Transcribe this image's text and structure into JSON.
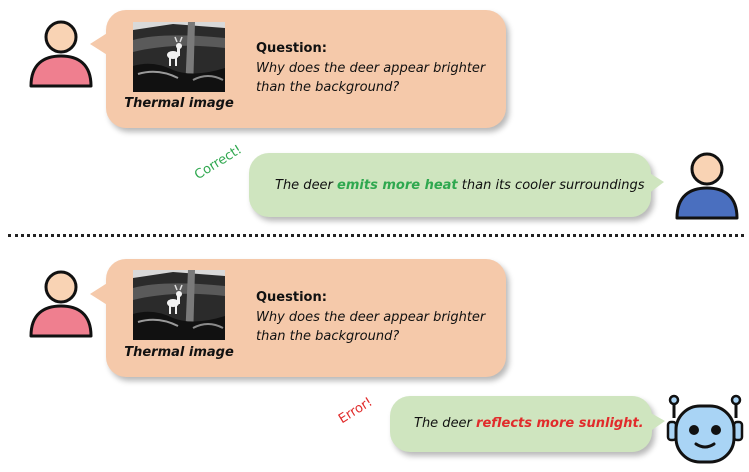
{
  "top": {
    "image_caption": "Thermal image",
    "question_title": "Question:",
    "question_text": "Why does the deer appear brighter than the background?",
    "verdict": "Correct!",
    "answer": {
      "prefix": "The deer ",
      "highlight": "emits more heat",
      "suffix": " than its cooler surroundings"
    }
  },
  "bottom": {
    "image_caption": "Thermal image",
    "question_title": "Question:",
    "question_text": "Why does the deer appear brighter than the background?",
    "verdict": "Error!",
    "answer": {
      "prefix": "The deer ",
      "highlight": "reflects more sunlight.",
      "suffix": ""
    }
  },
  "colors": {
    "question_bubble": "#f5c9aa",
    "answer_bubble": "#cfe5bf",
    "user_avatar": "#ef7f8f",
    "human_responder": "#4a6fbf",
    "robot": "#a9d4f5",
    "correct": "#2fa84f",
    "error": "#e12b2b"
  },
  "icons": [
    "user-avatar-icon",
    "human-avatar-icon",
    "robot-icon",
    "thermal-deer-image"
  ]
}
